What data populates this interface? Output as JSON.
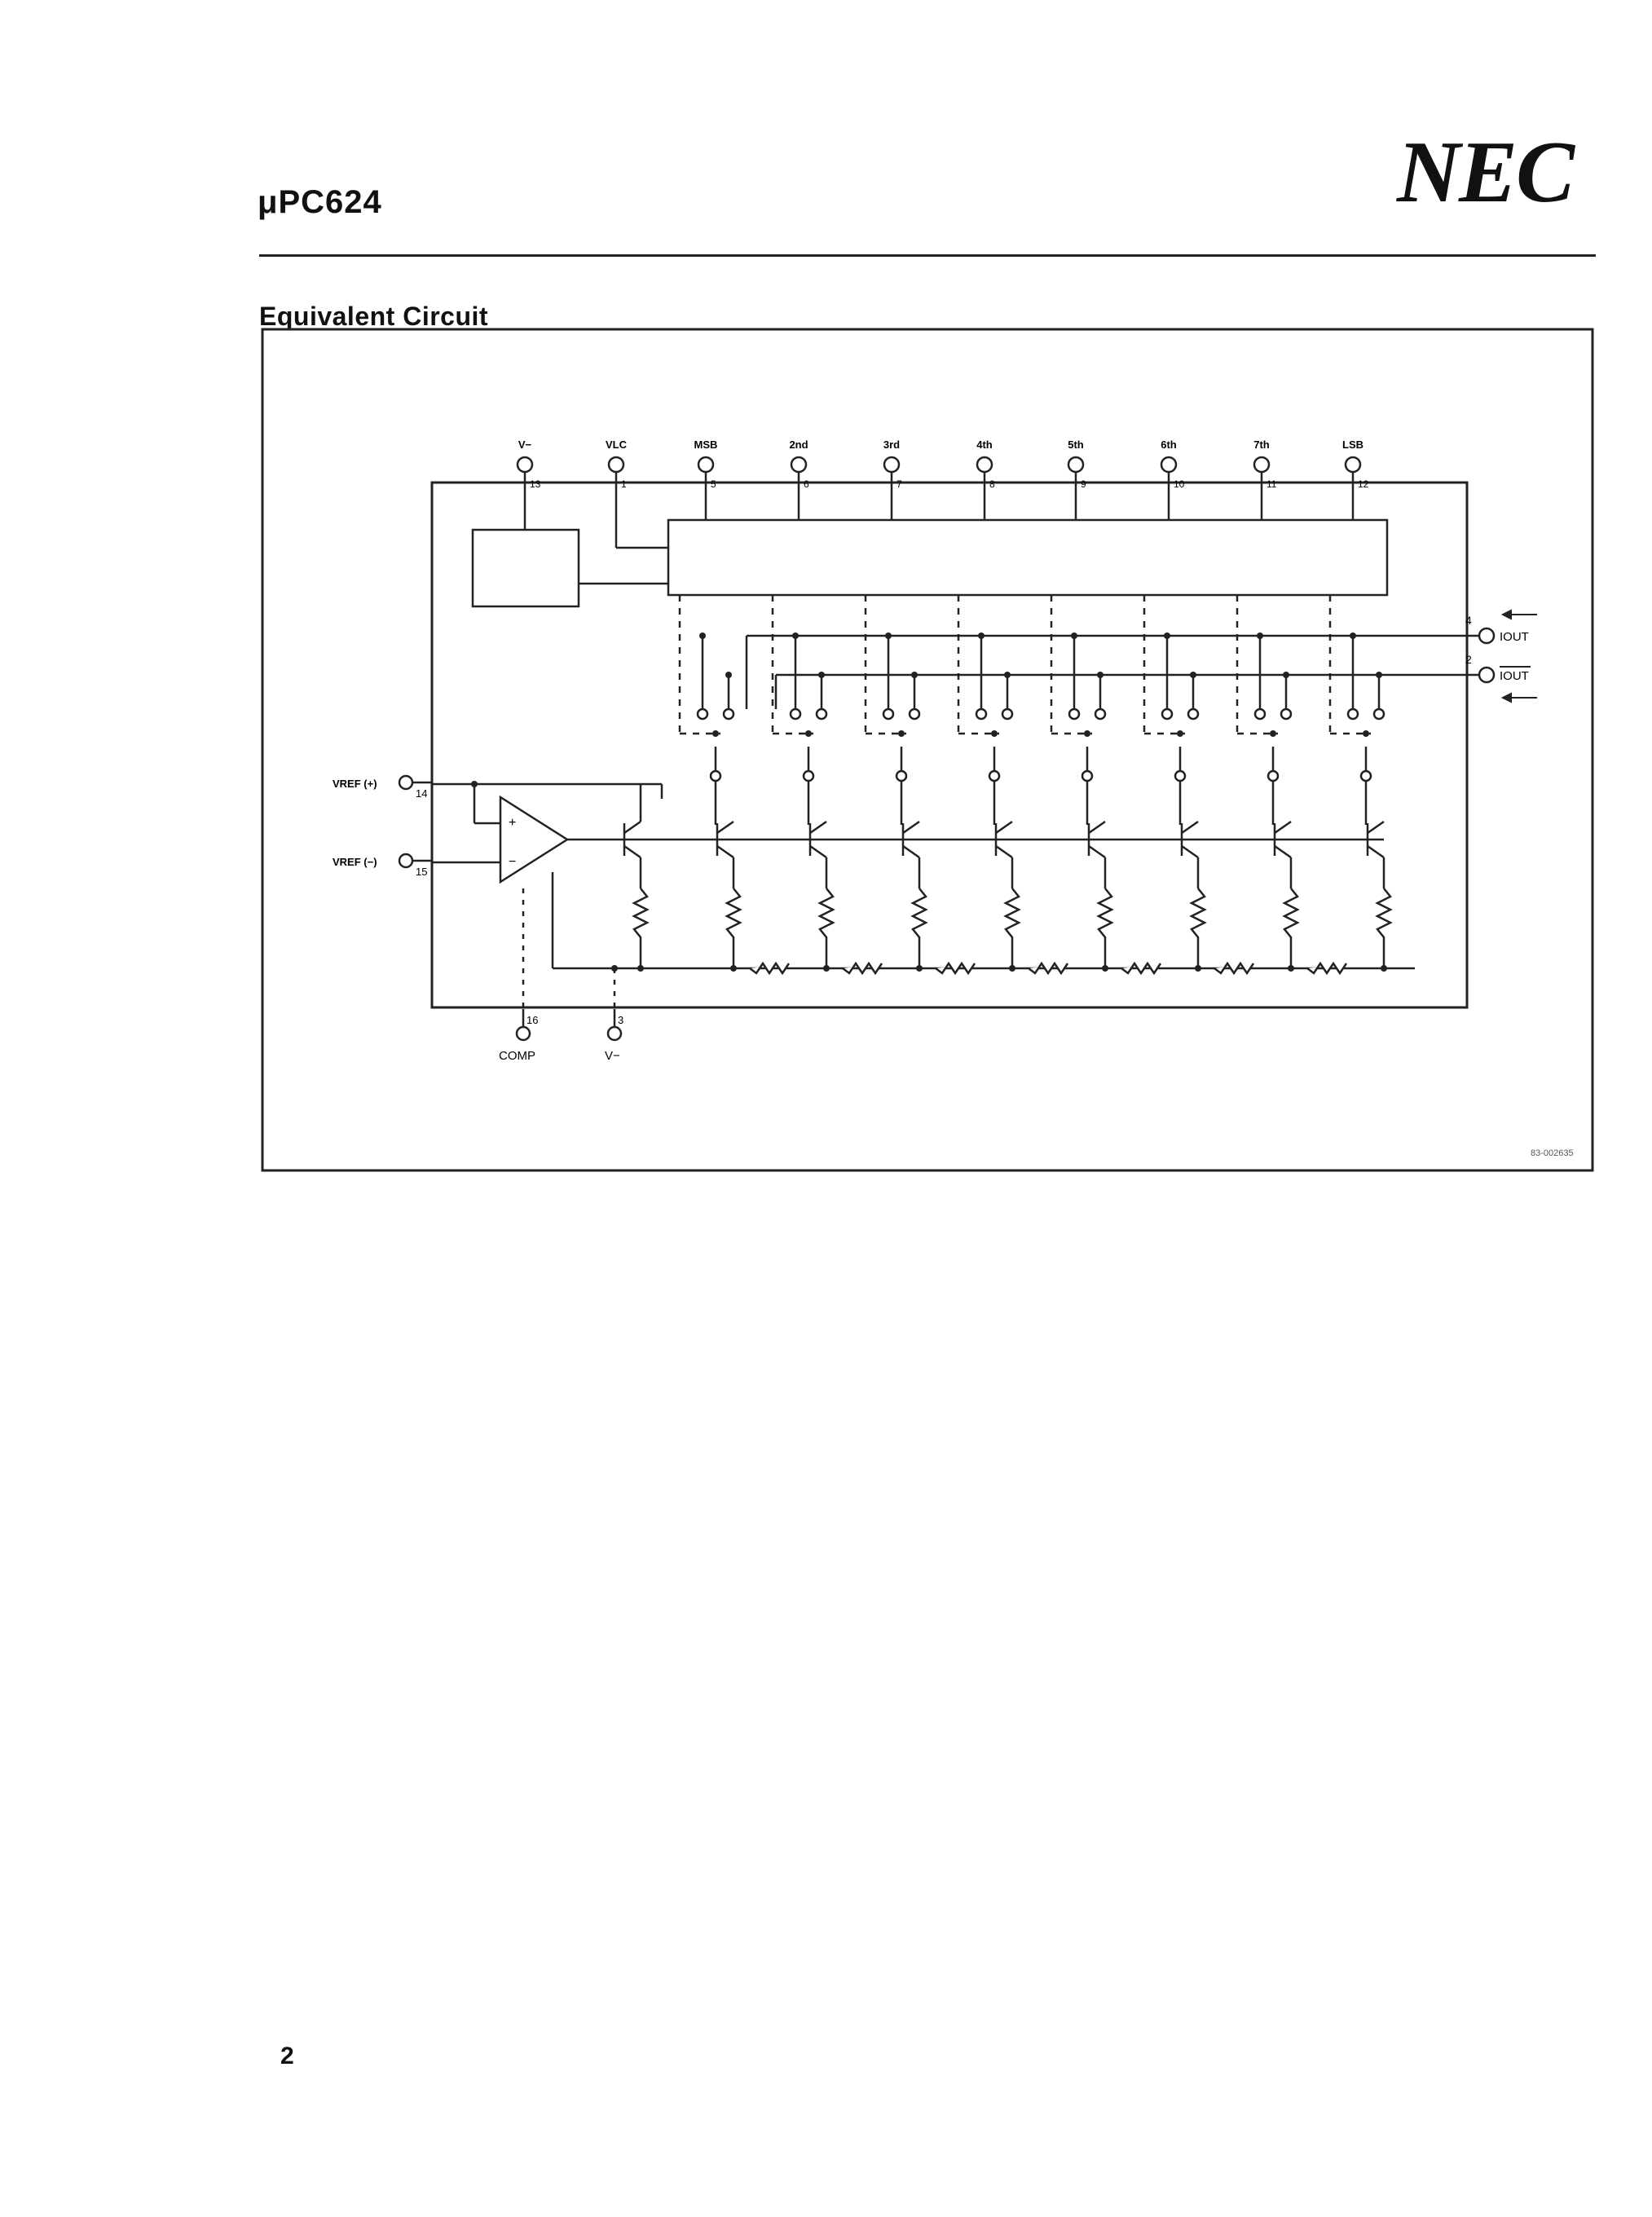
{
  "header": {
    "part_number": "μPC624",
    "brand": "NEC"
  },
  "section": {
    "title": "Equivalent Circuit"
  },
  "circuit": {
    "top_pins": [
      {
        "label": "V−",
        "pin": "13"
      },
      {
        "label": "VLC",
        "pin": "1"
      },
      {
        "label": "MSB",
        "pin": "5"
      },
      {
        "label": "2nd",
        "pin": "6"
      },
      {
        "label": "3rd",
        "pin": "7"
      },
      {
        "label": "4th",
        "pin": "8"
      },
      {
        "label": "5th",
        "pin": "9"
      },
      {
        "label": "6th",
        "pin": "10"
      },
      {
        "label": "7th",
        "pin": "11"
      },
      {
        "label": "LSB",
        "pin": "12"
      }
    ],
    "outputs": [
      {
        "pin": "4",
        "label": "IOUT"
      },
      {
        "pin": "2",
        "label": "IOUT"
      }
    ],
    "ref_inputs": [
      {
        "label": "VREF (+)",
        "pin": "14"
      },
      {
        "label": "VREF (−)",
        "pin": "15"
      }
    ],
    "bottom_pins": [
      {
        "pin": "16",
        "label": "COMP"
      },
      {
        "pin": "3",
        "label": "V−"
      }
    ],
    "figure_code": "83-002635"
  },
  "footer": {
    "page_number": "2"
  }
}
